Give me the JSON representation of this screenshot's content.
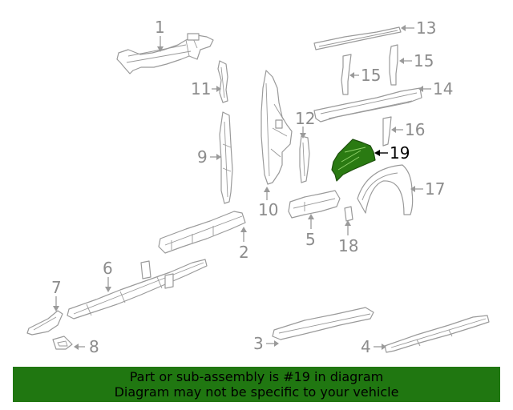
{
  "callouts": {
    "c1": "1",
    "c2": "2",
    "c3": "3",
    "c4": "4",
    "c5": "5",
    "c6": "6",
    "c7": "7",
    "c8": "8",
    "c9": "9",
    "c10": "10",
    "c11": "11",
    "c12": "12",
    "c13": "13",
    "c14": "14",
    "c15a": "15",
    "c15b": "15",
    "c16": "16",
    "c17": "17",
    "c18": "18",
    "c19": "19"
  },
  "highlighted_part": "19",
  "colors": {
    "highlight": "#2a7a12",
    "banner": "#207711",
    "line": "#9a9a9a"
  },
  "banner": {
    "line1": "Part or sub-assembly is #19 in diagram",
    "line2": "Diagram may not be specific to your vehicle"
  }
}
